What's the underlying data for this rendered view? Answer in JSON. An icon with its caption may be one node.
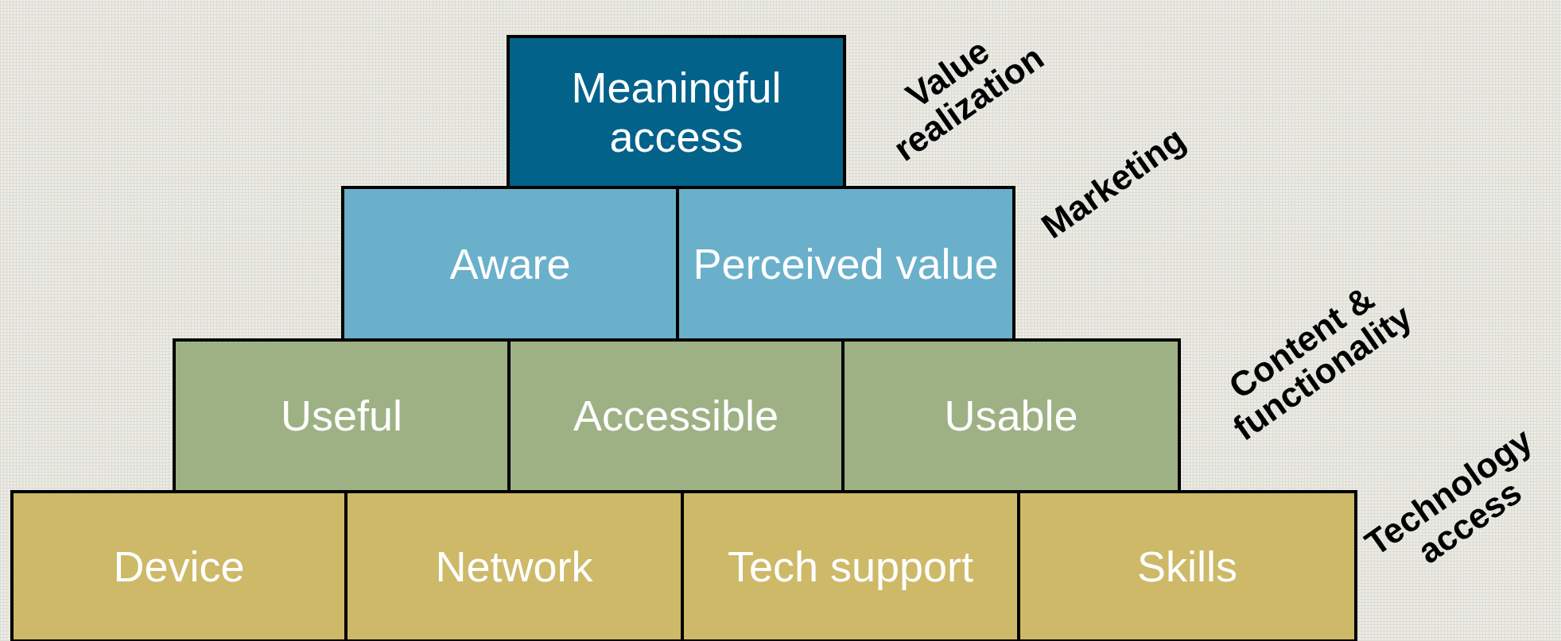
{
  "diagram": {
    "nodes": [
      {
        "text": [
          "Meaningful access"
        ]
      },
      {
        "text": [
          "Aware"
        ]
      },
      {
        "text": [
          "Perceived value"
        ]
      },
      {
        "text": [
          "Useful"
        ]
      },
      {
        "text": [
          "Accessible"
        ]
      },
      {
        "text": [
          "Usable"
        ]
      },
      {
        "text": [
          "Device"
        ]
      },
      {
        "text": [
          "Network"
        ]
      },
      {
        "text": [
          "Tech support"
        ]
      },
      {
        "text": [
          "Skills"
        ]
      }
    ],
    "edges": [],
    "labels": [
      "Value realization",
      "Marketing",
      "Content & functionality",
      "Technology access"
    ]
  }
}
